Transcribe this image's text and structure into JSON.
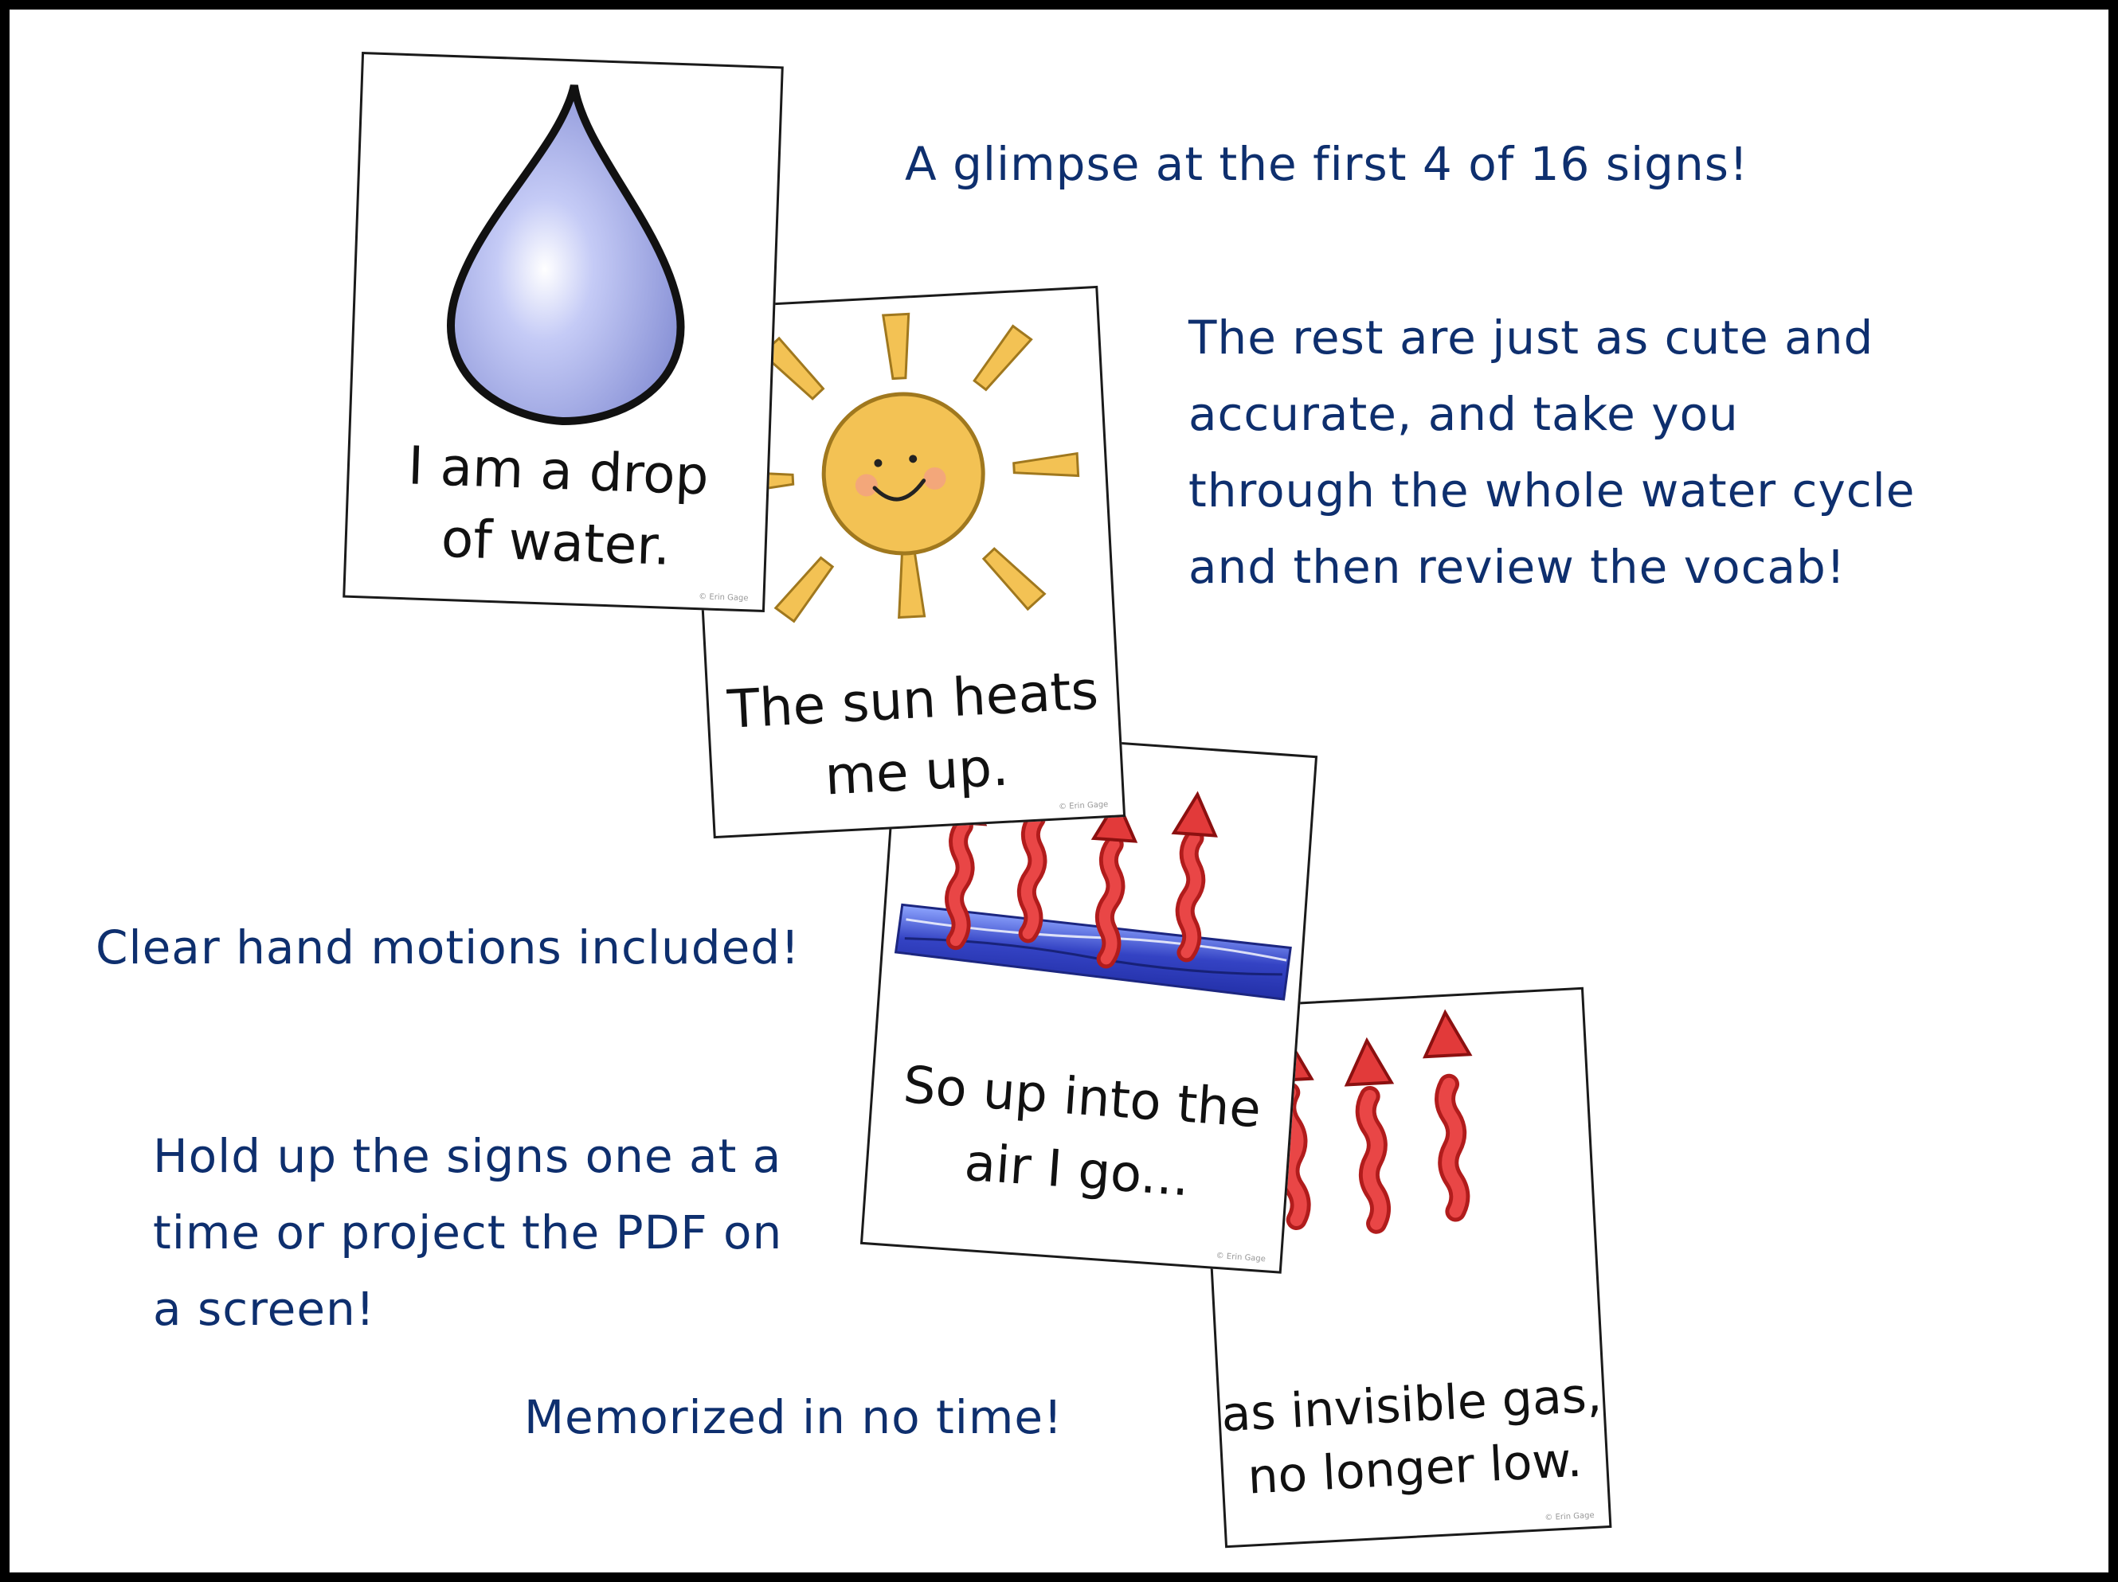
{
  "headline": "A glimpse at the first 4 of  16 signs!",
  "description_lines": [
    "The rest are just as cute and",
    "accurate, and take you",
    "through the whole water cycle",
    "and then review the vocab!"
  ],
  "motions_note": "Clear hand motions included!",
  "usage_lines": [
    "Hold up the signs one at a",
    "time or project the PDF on",
    "a screen!"
  ],
  "memorize_note": "Memorized in no time!",
  "cards": [
    {
      "lines": [
        "I am a drop",
        "of water."
      ],
      "credit": "© Erin Gage",
      "illustration": "water-drop"
    },
    {
      "lines": [
        "The sun heats",
        "me up."
      ],
      "credit": "© Erin Gage",
      "illustration": "smiling-sun"
    },
    {
      "lines": [
        "So up into the",
        "air I go..."
      ],
      "credit": "© Erin Gage",
      "illustration": "evaporation-arrows-over-water"
    },
    {
      "lines": [
        "as invisible gas,",
        "no longer low."
      ],
      "credit": "© Erin Gage",
      "illustration": "rising-arrows"
    }
  ],
  "colors": {
    "text_blue": "#0e2f6e",
    "drop_fill": "#aab2ee",
    "sun_fill": "#f3c254",
    "arrow_red": "#e23a3a",
    "water_blue": "#3b47c9"
  }
}
